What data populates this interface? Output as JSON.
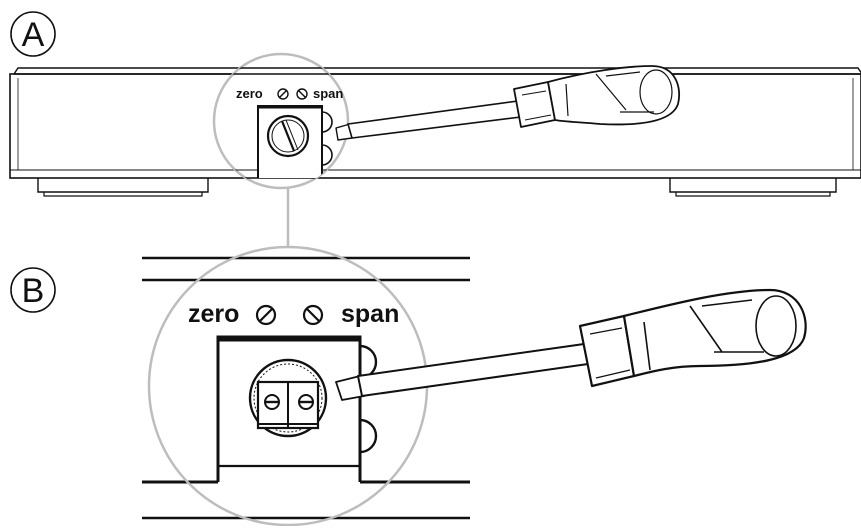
{
  "panels": {
    "a": {
      "label": "A"
    },
    "b": {
      "label": "B"
    }
  },
  "adjusters": {
    "zero_label": "zero",
    "span_label": "span"
  },
  "colors": {
    "line": "#111111",
    "magnifier": "#bdbdbd",
    "background": "#ffffff"
  }
}
